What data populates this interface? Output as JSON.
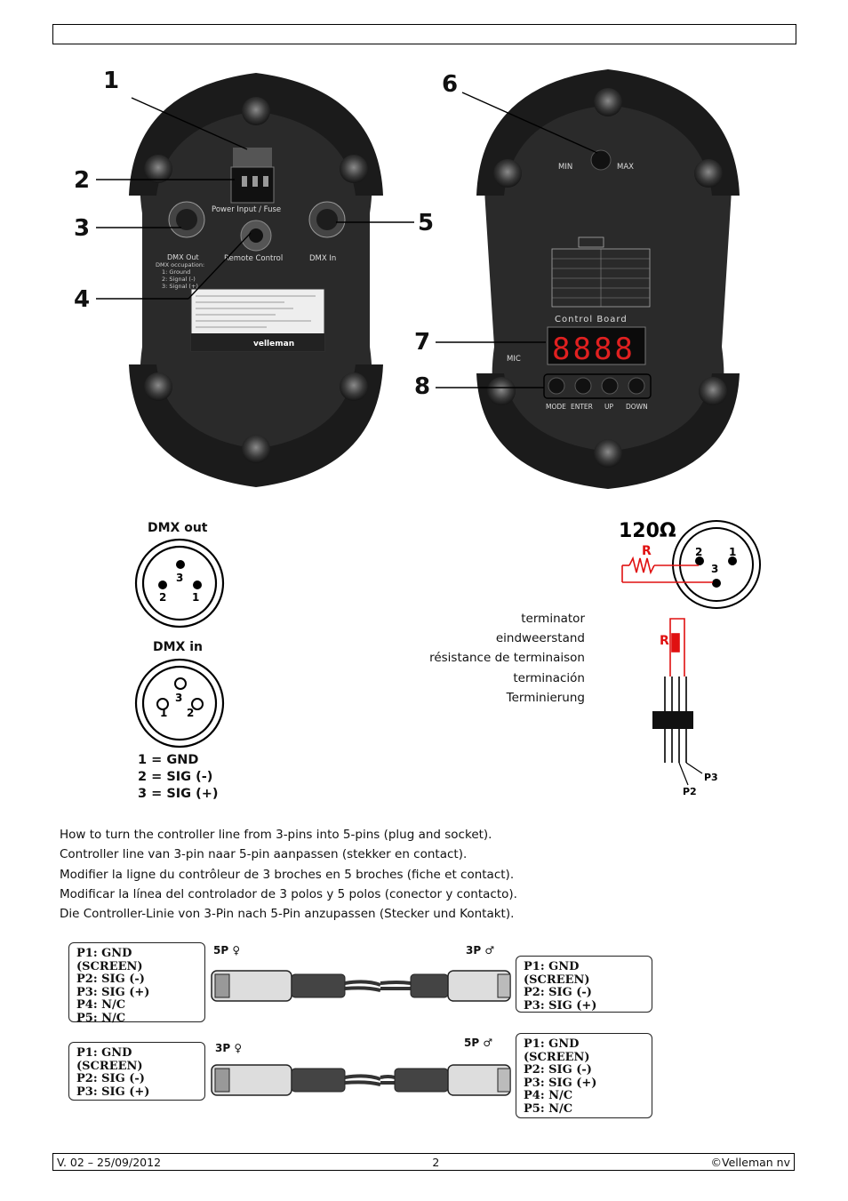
{
  "photos": {
    "back_panel": {
      "power_label": "Power Input / Fuse",
      "dmx_out_label": "DMX Out",
      "dmx_occupation": [
        "DMX occupation:",
        "1: Ground",
        "2: Signal (-)",
        "3: Signal (+)"
      ],
      "remote_label": "Remote Control",
      "dmx_in_label": "DMX In",
      "brand": "velleman"
    },
    "front_panel": {
      "min_label": "MIN",
      "max_label": "MAX",
      "control_board_label": "Control Board",
      "display_value": "8888",
      "mic_label": "MIC",
      "buttons": [
        "MODE",
        "ENTER",
        "UP",
        "DOWN"
      ]
    }
  },
  "callouts": [
    "1",
    "2",
    "3",
    "4",
    "5",
    "6",
    "7",
    "8"
  ],
  "connectors": {
    "dmx_out_title": "DMX out",
    "dmx_out_pins": [
      "3",
      "2",
      "1"
    ],
    "dmx_in_title": "DMX in",
    "dmx_in_pins": [
      "3",
      "1",
      "2"
    ],
    "legend": [
      "1 = GND",
      "2 = SIG (-)",
      "3 = SIG (+)"
    ]
  },
  "terminator": {
    "ohm_label": "120Ω",
    "resistor_label": "R",
    "pins": [
      "2",
      "1",
      "3"
    ],
    "names": [
      "terminator",
      "eindweerstand",
      "résistance de terminaison",
      "terminación",
      "Terminierung"
    ],
    "plug_pins": [
      "P3",
      "P2"
    ]
  },
  "instructions": [
    "How to turn the controller line from 3-pins into 5-pins (plug and socket).",
    "Controller line van 3-pin naar 5-pin aanpassen (stekker en contact).",
    "Modifier la ligne du contrôleur de 3 broches en 5 broches (fiche et contact).",
    "Modificar la línea del controlador de 3 polos y 5 polos (conector y contacto).",
    "Die Controller-Linie von 3-Pin nach 5-Pin anzupassen (Stecker und Kontakt)."
  ],
  "cables": {
    "top_left_label": "5P ♀",
    "top_right_label": "3P ♂",
    "top_left_pins": [
      "P1: GND (SCREEN)",
      "P2: SIG (-)",
      "P3: SIG (+)",
      "P4: N/C",
      "P5: N/C"
    ],
    "top_right_pins": [
      "P1: GND (SCREEN)",
      "P2: SIG (-)",
      "P3: SIG (+)"
    ],
    "bottom_left_label": "3P ♀",
    "bottom_right_label": "5P ♂",
    "bottom_left_pins": [
      "P1: GND (SCREEN)",
      "P2: SIG (-)",
      "P3: SIG (+)"
    ],
    "bottom_right_pins": [
      "P1: GND (SCREEN)",
      "P2: SIG (-)",
      "P3: SIG (+)",
      "P4: N/C",
      "P5: N/C"
    ]
  },
  "footer": {
    "version": "V. 02 – 25/09/2012",
    "page": "2",
    "copyright": "©Velleman nv"
  }
}
